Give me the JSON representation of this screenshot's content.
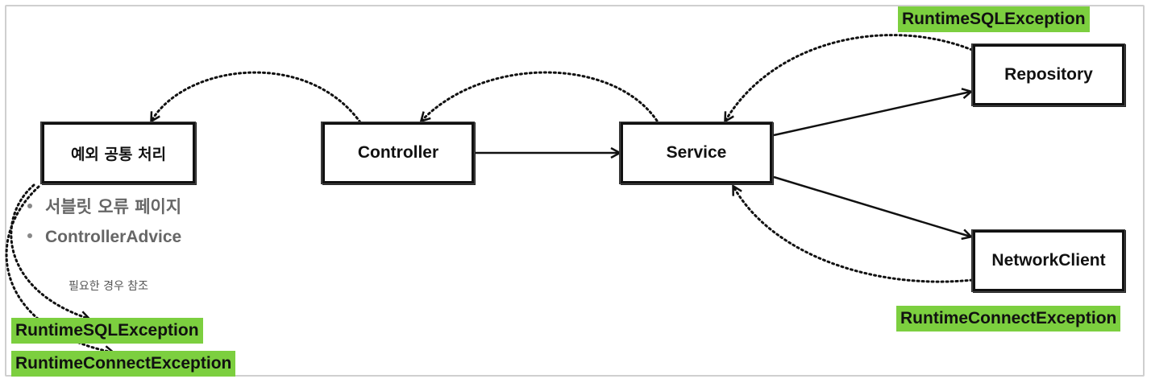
{
  "nodes": {
    "exception_handler": "예외 공통 처리",
    "controller": "Controller",
    "service": "Service",
    "repository": "Repository",
    "network_client": "NetworkClient"
  },
  "exception_tags": {
    "repository": "RuntimeSQLException",
    "network_client": "RuntimeConnectException",
    "handled_sql": "RuntimeSQLException",
    "handled_connect": "RuntimeConnectException"
  },
  "handler_options": [
    "서블릿 오류 페이지",
    "ControllerAdvice"
  ],
  "note": "필요한 경우 참조",
  "colors": {
    "tag_background": "#7ccf3f",
    "box_border": "#111111",
    "bullet_text": "#666666"
  }
}
